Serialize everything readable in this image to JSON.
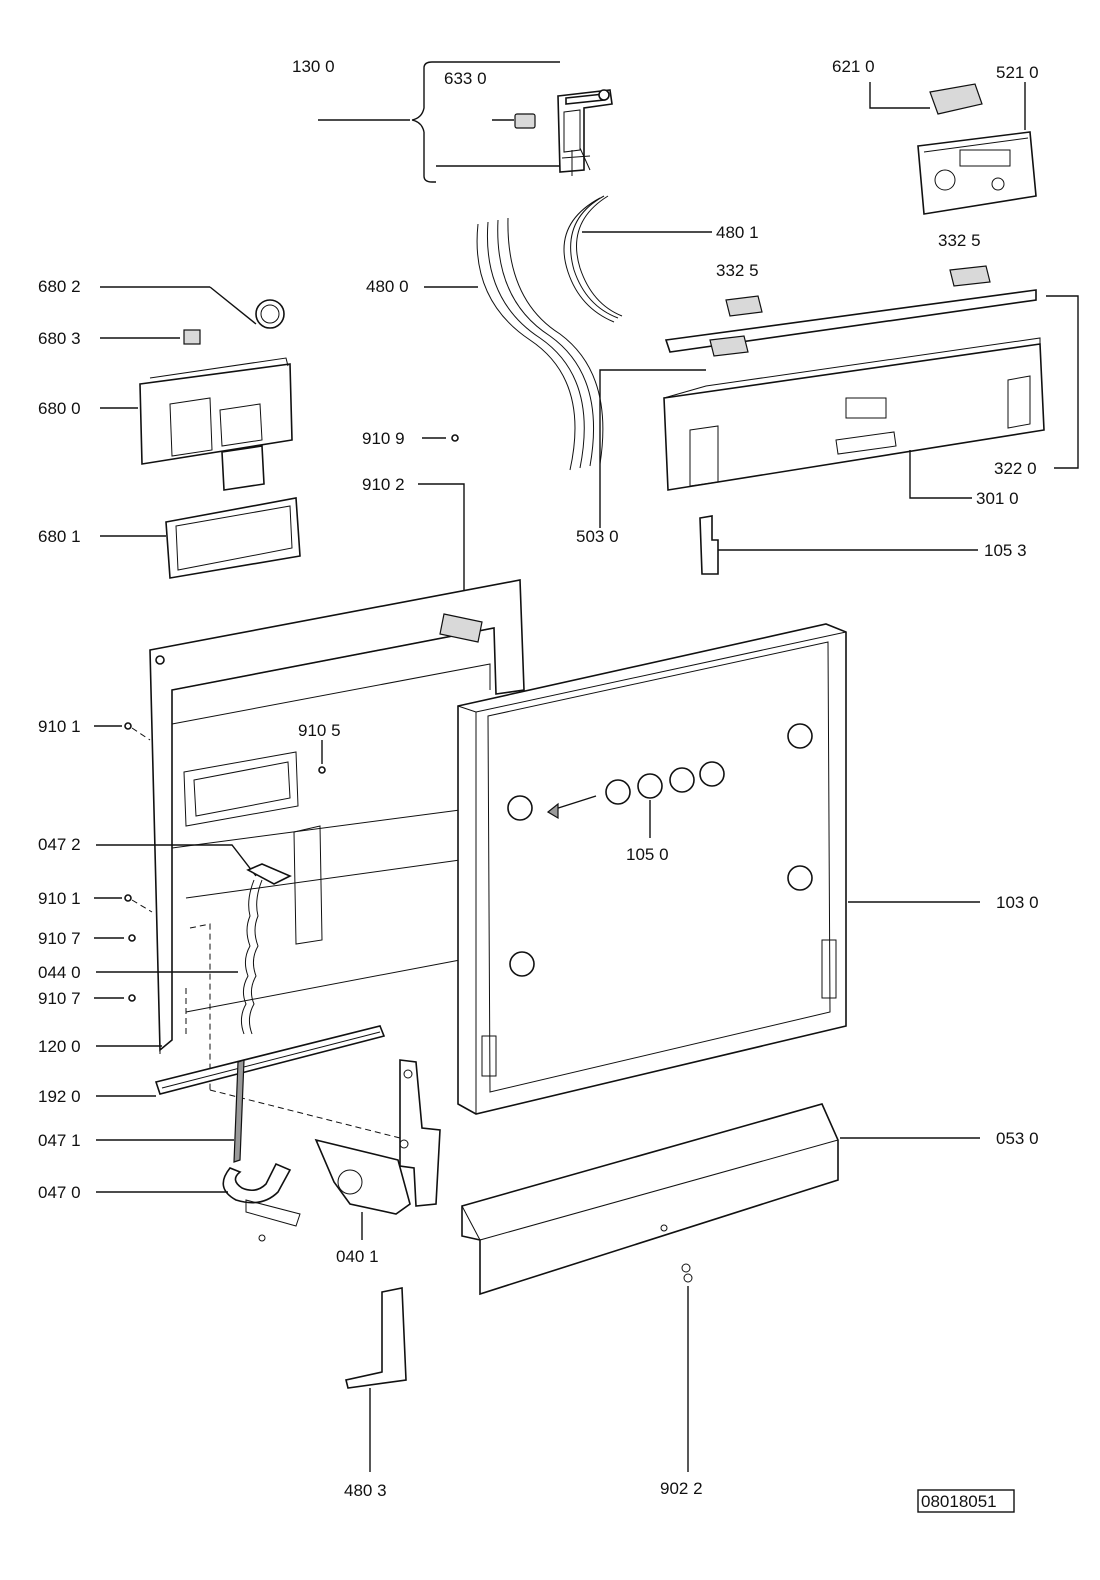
{
  "diagram": {
    "reference_code": "08018051",
    "callouts": {
      "c1300": "130 0",
      "c6330": "633 0",
      "c6210": "621 0",
      "c5210": "521 0",
      "c4801": "480 1",
      "c4800": "480 0",
      "c3325a": "332  5",
      "c3325b": "332  5",
      "c6802": "680 2",
      "c6803": "680 3",
      "c6800": "680 0",
      "c6801": "680 1",
      "c9109": "910 9",
      "c9102": "910 2",
      "c5030": "503 0",
      "c3220": "322 0",
      "c3010": "301 0",
      "c1053": "105 3",
      "c9101a": "910 1",
      "c9105": "910 5",
      "c0472": "047 2",
      "c1050": "105 0",
      "c9101b": "910 1",
      "c1030": "103 0",
      "c9107a": "910 7",
      "c0440": "044 0",
      "c9107b": "910 7",
      "c1200": "120 0",
      "c1920": "192 0",
      "c0471": "047 1",
      "c0530": "053 0",
      "c0470": "047 0",
      "c0401": "040 1",
      "c4803": "480 3",
      "c9022": "902 2"
    }
  }
}
